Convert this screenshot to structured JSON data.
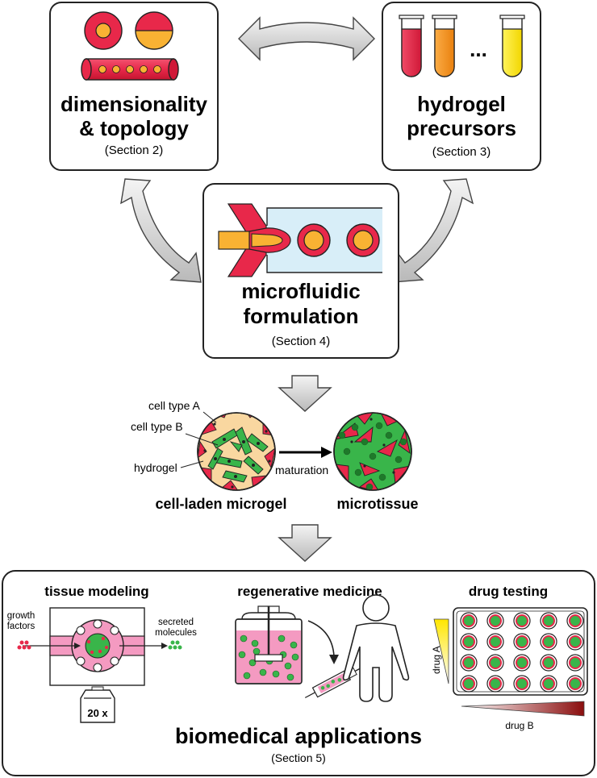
{
  "boxes": {
    "dimensionality": {
      "title_line1": "dimensionality",
      "title_line2": "& topology",
      "section": "(Section 2)"
    },
    "precursors": {
      "title_line1": "hydrogel",
      "title_line2": "precursors",
      "section": "(Section 3)",
      "ellipsis": "..."
    },
    "formulation": {
      "title_line1": "microfluidic",
      "title_line2": "formulation",
      "section": "(Section 4)"
    }
  },
  "microgel": {
    "label_cell_a": "cell type A",
    "label_cell_b": "cell type B",
    "label_hydrogel": "hydrogel",
    "label_maturation": "maturation",
    "caption_microgel": "cell-laden microgel",
    "caption_microtissue": "microtissue"
  },
  "applications": {
    "tissue_modeling": {
      "title": "tissue modeling",
      "growth_line1": "growth",
      "growth_line2": "factors",
      "secreted_line1": "secreted",
      "secreted_line2": "molecules",
      "objective": "20 x"
    },
    "regenerative": {
      "title": "regenerative medicine"
    },
    "drug_testing": {
      "title": "drug testing",
      "drug_a": "drug A",
      "drug_b": "drug B"
    },
    "footer_title": "biomedical applications",
    "footer_section": "(Section 5)"
  },
  "colors": {
    "red": "#e8284a",
    "orange": "#f7941d",
    "yellow_orange": "#f9b233",
    "yellow": "#ffe600",
    "light_blue": "#d8eef8",
    "pink": "#f49ac1",
    "green": "#39b54a",
    "dark_red": "#8b0e0e",
    "peach": "#f9d7a0"
  }
}
